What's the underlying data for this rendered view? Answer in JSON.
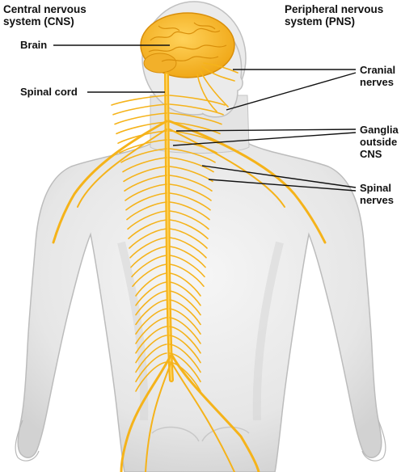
{
  "headers": {
    "cns": [
      "Central nervous",
      "system (CNS)"
    ],
    "pns": [
      "Peripheral nervous",
      "system (PNS)"
    ]
  },
  "labels": {
    "brain": "Brain",
    "spinal_cord": "Spinal cord",
    "cranial_nerves": [
      "Cranial",
      "nerves"
    ],
    "ganglia": [
      "Ganglia",
      "outside",
      "CNS"
    ],
    "spinal_nerves": [
      "Spinal",
      "nerves"
    ]
  },
  "colors": {
    "skin": "#e9e9e9",
    "skin_outline": "#bdbdbd",
    "nerve": "#f5b31a",
    "nerve_light": "#ffd35a",
    "brain": "#f7b928",
    "leader": "#111111"
  }
}
